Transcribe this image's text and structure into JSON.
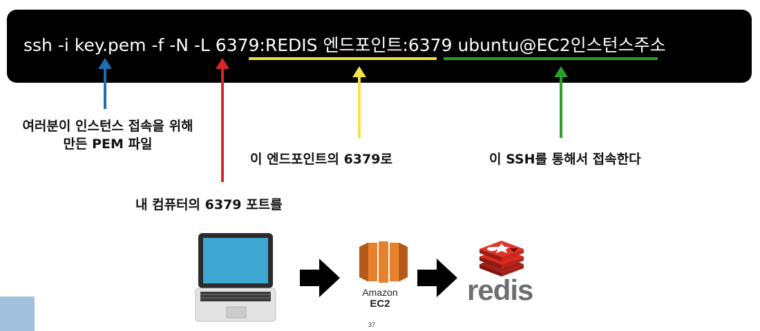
{
  "command": {
    "part_ssh": "ssh -i ",
    "part_key": "key.pem",
    "part_flags": " -f -N -L ",
    "part_port": "6379:",
    "part_endpoint": "REDIS 엔드포인트:6379",
    "part_space": " ",
    "part_host": "ubuntu@EC2인스턴스주소"
  },
  "labels": {
    "pem_line1": "여러분이 인스턴스 접속을 위해",
    "pem_line2": "만든 PEM 파일",
    "endpoint": "이 엔드포인트의 6379로",
    "ssh": "이 SSH를 통해서 접속한다",
    "port": "내 컴퓨터의 6379 포트를"
  },
  "diagram": {
    "ec2_label_1": "Amazon",
    "ec2_label_2": "EC2",
    "redis_label": "redis"
  },
  "page_number": "37",
  "colors": {
    "terminal_bg": "#000000",
    "arrow_blue": "#1f6fb0",
    "arrow_red": "#d9262a",
    "arrow_yellow": "#f2e14a",
    "arrow_green": "#2aa12a",
    "ec2_orange": "#e8812e",
    "redis_red": "#d82c20"
  },
  "icons": [
    "laptop-icon",
    "right-arrow-icon",
    "amazon-ec2-icon",
    "redis-icon"
  ]
}
